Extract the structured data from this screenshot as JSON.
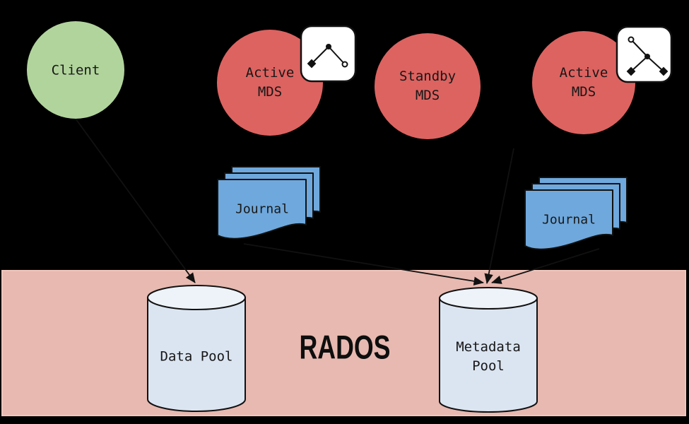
{
  "diagram": {
    "colors": {
      "background_black": "#000000",
      "client_green": "#b1d49c",
      "mds_red": "#dd6360",
      "journal_blue": "#6fa8dc",
      "pool_body_blue": "#dbe5f2",
      "pool_top_blue": "#eef3fa",
      "rados_pink": "#e7b9b0",
      "rados_pink_edge": "#f0c6bd",
      "icon_white": "#ffffff",
      "ink": "#111111"
    },
    "nodes": {
      "client": {
        "label": "Client"
      },
      "mds_active_left": {
        "line1": "Active",
        "line2": "MDS"
      },
      "mds_standby": {
        "line1": "Standby",
        "line2": "MDS"
      },
      "mds_active_right": {
        "line1": "Active",
        "line2": "MDS"
      },
      "journal_left": {
        "label": "Journal"
      },
      "journal_right": {
        "label": "Journal"
      },
      "data_pool": {
        "label": "Data Pool"
      },
      "metadata_pool": {
        "line1": "Metadata",
        "line2": "Pool"
      },
      "rados": {
        "label": "RADOS"
      }
    },
    "icons": {
      "subtree_left": "subtree-caret-icon",
      "subtree_right": "subtree-branch-icon"
    },
    "edges": [
      {
        "name": "client-to-data-pool"
      },
      {
        "name": "journal-left-to-metadata-pool"
      },
      {
        "name": "mds-right-to-metadata-pool"
      },
      {
        "name": "journal-right-to-metadata-pool"
      }
    ]
  }
}
